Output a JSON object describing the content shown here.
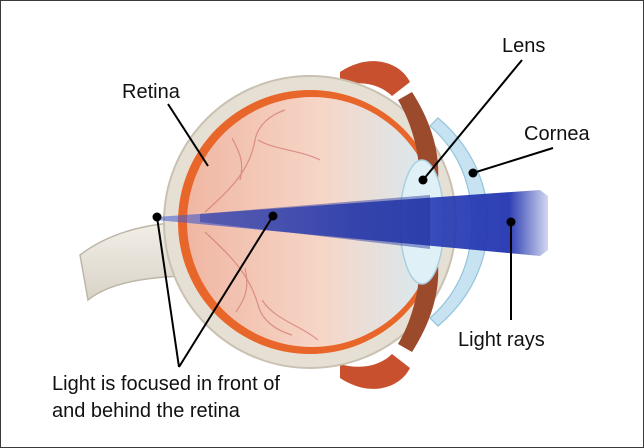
{
  "labels": {
    "lens": "Lens",
    "retina": "Retina",
    "cornea": "Cornea",
    "light_rays": "Light rays",
    "focus_line1": "Light is focused in front of",
    "focus_line2": "and behind the retina"
  },
  "colors": {
    "sclera": "#e6e0d4",
    "retina": "#e8662a",
    "vitreous_warm": "#f2c2b0",
    "vitreous_cool": "#d8ecf4",
    "lens": "#dff0f7",
    "cornea": "#c7e3f2",
    "iris": "#7a3b22",
    "muscle": "#c8502e",
    "light_ray": "#2a3fb8",
    "leader_line": "#000000"
  }
}
